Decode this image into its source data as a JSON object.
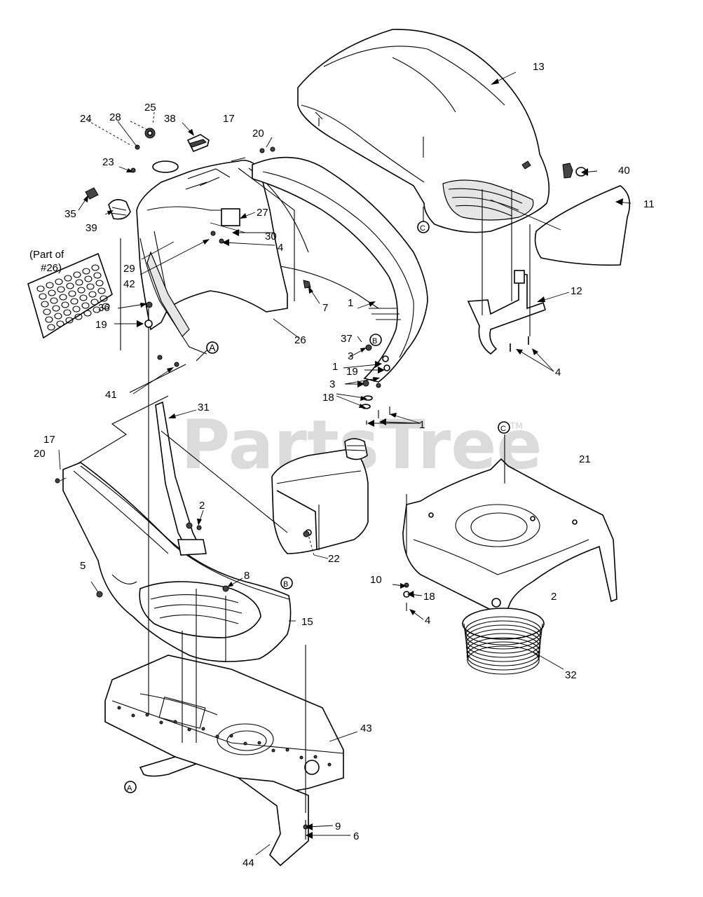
{
  "watermark": {
    "text": "PartsTree",
    "tm": "TM"
  },
  "reference_markers": {
    "A": "A",
    "B": "B",
    "C": "C"
  },
  "note_part_of": [
    "(Part of",
    "#26)"
  ],
  "labels": {
    "l1a": "1",
    "l1b": "1",
    "l1c": "1",
    "l2a": "2",
    "l2b": "2",
    "l3a": "3",
    "l3b": "3",
    "l4a": "4",
    "l4b": "4",
    "l4c": "4",
    "l5": "5",
    "l6": "6",
    "l7": "7",
    "l8": "8",
    "l9": "9",
    "l10": "10",
    "l11": "11",
    "l12": "12",
    "l13": "13",
    "l15": "15",
    "l17a": "17",
    "l17b": "17",
    "l18a": "18",
    "l18b": "18",
    "l19a": "19",
    "l19b": "19",
    "l20a": "20",
    "l20b": "20",
    "l21": "21",
    "l22": "22",
    "l23": "23",
    "l24": "24",
    "l25": "25",
    "l26": "26",
    "l27": "27",
    "l28": "28",
    "l29": "29",
    "l30": "30",
    "l31": "31",
    "l32": "32",
    "l35": "35",
    "l36": "36",
    "l37": "37",
    "l38": "38",
    "l39": "39",
    "l40": "40",
    "l41": "41",
    "l42": "42",
    "l43": "43",
    "l44": "44"
  }
}
